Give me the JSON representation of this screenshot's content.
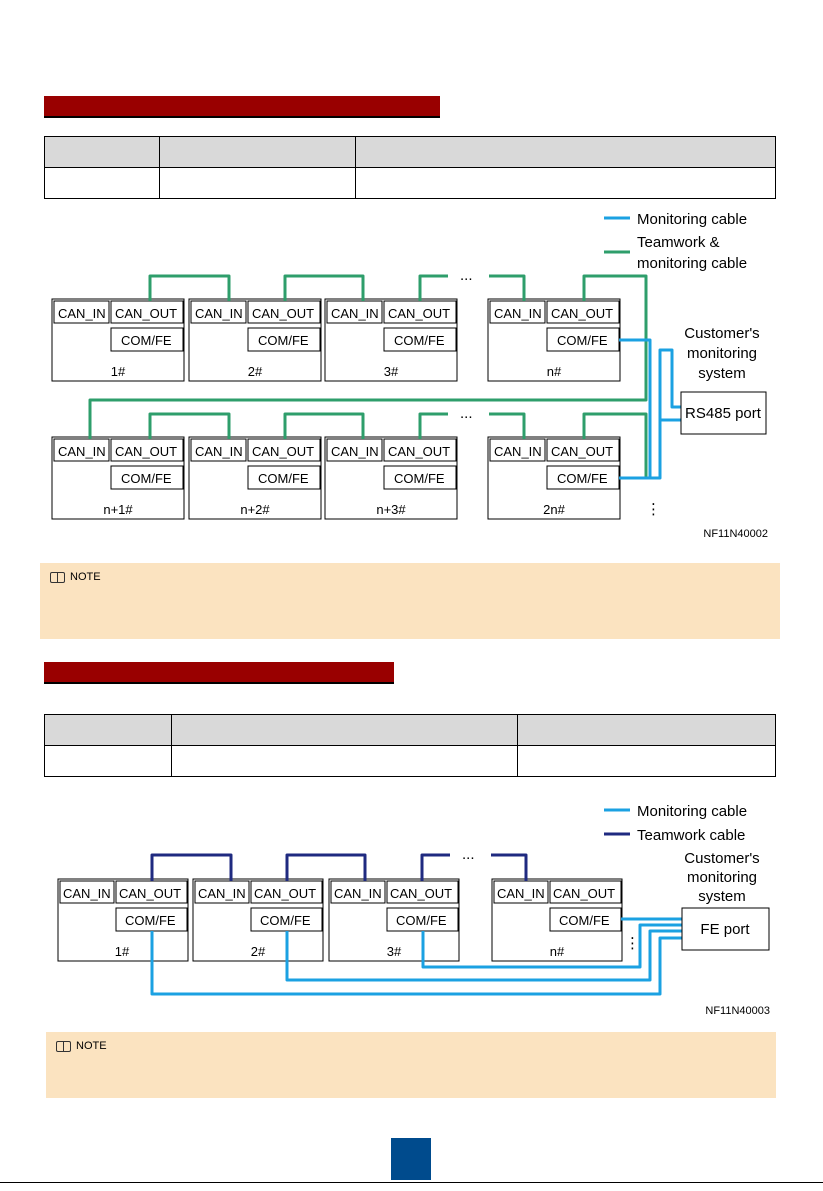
{
  "section1": {
    "table": {
      "headers": [
        "",
        "",
        ""
      ],
      "row": [
        "",
        "",
        ""
      ]
    },
    "legend": {
      "monitoring": "Monitoring cable",
      "teamwork_1": "Teamwork &",
      "teamwork_2": "monitoring cable"
    },
    "ports": {
      "can_in": "CAN_IN",
      "can_out": "CAN_OUT",
      "com_fe": "COM/FE"
    },
    "units_row1": [
      "1#",
      "2#",
      "3#",
      "n#"
    ],
    "units_row2": [
      "n+1#",
      "n+2#",
      "n+3#",
      "2n#"
    ],
    "ellipsis": "...",
    "customer": [
      "Customer's",
      "monitoring",
      "system"
    ],
    "port_label": "RS485 port",
    "figure_id": "NF11N40002",
    "note_label": "NOTE"
  },
  "section2": {
    "table": {
      "headers": [
        "",
        "",
        ""
      ],
      "row": [
        "",
        "",
        ""
      ]
    },
    "legend": {
      "monitoring": "Monitoring cable",
      "teamwork": "Teamwork cable"
    },
    "units": [
      "1#",
      "2#",
      "3#",
      "n#"
    ],
    "ellipsis": "...",
    "customer": [
      "Customer's",
      "monitoring",
      "system"
    ],
    "port_label": "FE port",
    "figure_id": "NF11N40003",
    "note_label": "NOTE"
  },
  "colors": {
    "monitoring": "#1ba1e2",
    "teamwork_green": "#2e9e6b",
    "teamwork_navy": "#1f2a80",
    "section_bar": "#990000",
    "note_bg": "#fbe3c0"
  }
}
